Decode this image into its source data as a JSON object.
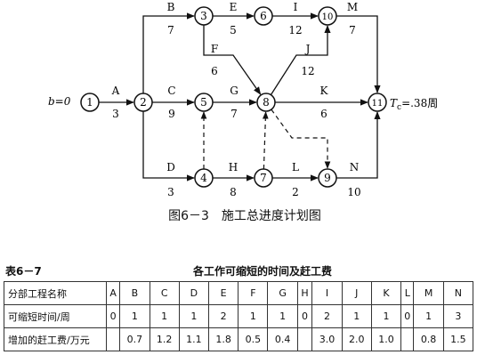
{
  "diagram": {
    "start_label": "b=0",
    "end_label_sub": "c",
    "end_label_rest": "=.38周",
    "nodes": [
      "1",
      "2",
      "3",
      "4",
      "5",
      "6",
      "7",
      "8",
      "9",
      "10",
      "11"
    ],
    "activities": [
      {
        "from": "1",
        "to": "2",
        "name": "A",
        "duration": "3"
      },
      {
        "from": "2",
        "to": "3",
        "name": "B",
        "duration": "7"
      },
      {
        "from": "2",
        "to": "5",
        "name": "C",
        "duration": "9"
      },
      {
        "from": "2",
        "to": "4",
        "name": "D",
        "duration": "3"
      },
      {
        "from": "3",
        "to": "6",
        "name": "E",
        "duration": "5"
      },
      {
        "from": "3",
        "to": "8",
        "name": "F",
        "duration": "6"
      },
      {
        "from": "5",
        "to": "8",
        "name": "G",
        "duration": "7"
      },
      {
        "from": "4",
        "to": "7",
        "name": "H",
        "duration": "8"
      },
      {
        "from": "6",
        "to": "10",
        "name": "I",
        "duration": "12"
      },
      {
        "from": "8",
        "to": "10",
        "name": "J",
        "duration": "12"
      },
      {
        "from": "8",
        "to": "11",
        "name": "K",
        "duration": "6"
      },
      {
        "from": "7",
        "to": "9",
        "name": "L",
        "duration": "2"
      },
      {
        "from": "10",
        "to": "11",
        "name": "M",
        "duration": "7"
      },
      {
        "from": "9",
        "to": "11",
        "name": "N",
        "duration": "10"
      }
    ],
    "dummies": [
      {
        "from": "4",
        "to": "5"
      },
      {
        "from": "7",
        "to": "8"
      },
      {
        "from": "8",
        "to": "9"
      }
    ]
  },
  "caption": "图6－3　施工总进度计划图",
  "table": {
    "number": "表6－7",
    "title": "各工作可缩短的时间及赶工费",
    "header": [
      "分部工程名称",
      "A",
      "B",
      "C",
      "D",
      "E",
      "F",
      "G",
      "H",
      "I",
      "J",
      "K",
      "L",
      "M",
      "N"
    ],
    "rows": [
      [
        "可缩短时间/周",
        "0",
        "1",
        "1",
        "1",
        "2",
        "1",
        "1",
        "0",
        "2",
        "1",
        "1",
        "0",
        "1",
        "3"
      ],
      [
        "增加的赶工费/万元",
        "",
        "0.7",
        "1.2",
        "1.1",
        "1.8",
        "0.5",
        "0.4",
        "",
        "3.0",
        "2.0",
        "1.0",
        "",
        "0.8",
        "1.5"
      ]
    ]
  }
}
